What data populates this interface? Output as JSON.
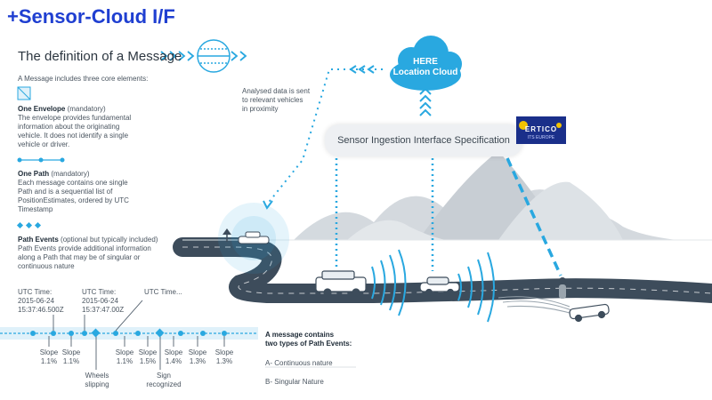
{
  "slide_title": "+Sensor-Cloud I/F",
  "definition_title": "The definition of a Message",
  "intro": "A Message includes three core elements:",
  "elements": [
    {
      "title": "One Envelope",
      "tag": "(mandatory)",
      "lines": [
        "The envelope provides fundamental",
        "information about the originating",
        "vehicle. It does not identify a single",
        "vehicle or driver."
      ]
    },
    {
      "title": "One Path",
      "tag": "(mandatory)",
      "lines": [
        "Each message contains one single",
        "Path and is a sequential list of",
        "PositionEstimates, ordered by UTC",
        "Timestamp"
      ]
    },
    {
      "title": "Path Events",
      "tag": "(optional but typically included)",
      "lines": [
        "Path Events provide additional information",
        "along a Path that may be of singular or",
        "continuous nature"
      ]
    }
  ],
  "cloud": {
    "line1": "HERE",
    "line2": "Location Cloud"
  },
  "analysed_text": [
    "Analysed data is sent",
    "to relevant vehicles",
    "in proximity"
  ],
  "spec_label": "Sensor Ingestion Interface Specification",
  "ertico": {
    "line1": "ERTICO",
    "line2": "ITS EUROPE"
  },
  "utc": [
    {
      "label": "UTC Time:",
      "date": "2015-06-24",
      "time": "15:37:46.500Z"
    },
    {
      "label": "UTC Time:",
      "date": "2015-06-24",
      "time": "15:37:47.00Z"
    },
    {
      "label": "UTC Time...",
      "date": "",
      "time": ""
    }
  ],
  "slopes": [
    {
      "label": "Slope",
      "value": "1.1%"
    },
    {
      "label": "Slope",
      "value": "1.1%"
    },
    {
      "label": "Slope",
      "value": "1.1%"
    },
    {
      "label": "Slope",
      "value": "1.5%"
    },
    {
      "label": "Slope",
      "value": "1.4%"
    },
    {
      "label": "Slope",
      "value": "1.3%"
    },
    {
      "label": "Slope",
      "value": "1.3%"
    }
  ],
  "events": [
    {
      "line1": "Wheels",
      "line2": "slipping"
    },
    {
      "line1": "Sign",
      "line2": "recognized"
    }
  ],
  "note": {
    "lines": [
      "A message contains",
      "two types of Path Events:"
    ],
    "a": "A- Continuous nature",
    "b": "B- Singular Nature"
  },
  "colors": {
    "title_blue": "#1f3fd1",
    "accent_blue": "#29a8e0",
    "road": "#3d4c5b",
    "mountain": "#cdd3d9",
    "ertico_navy": "#1a2f8a"
  }
}
